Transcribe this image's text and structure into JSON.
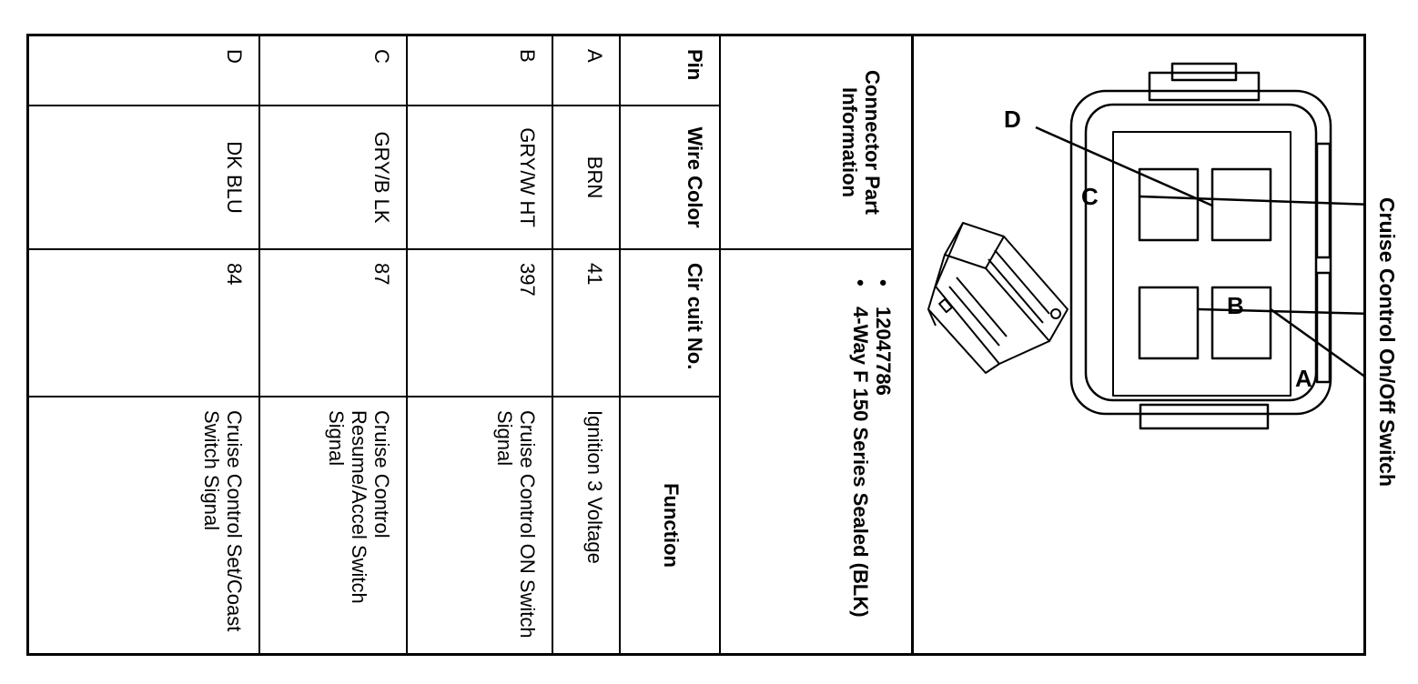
{
  "title": "Cruise Control On/Off Switch",
  "diagram": {
    "pin_labels": [
      "A",
      "B",
      "C",
      "D"
    ]
  },
  "connector_info": {
    "label": "Connector Part Information",
    "bullets": [
      "12047786",
      "4-Way F 150 Series Sealed (BLK)"
    ]
  },
  "table": {
    "headers": {
      "pin": "Pin",
      "wire_color": "Wire Color",
      "circuit_no": "Cir cuit No.",
      "function": "Function"
    },
    "rows": [
      {
        "pin": "A",
        "wire_color": "BRN",
        "circuit_no": "41",
        "function": "Ignition 3 Voltage"
      },
      {
        "pin": "B",
        "wire_color": "GRY/W HT",
        "circuit_no": "397",
        "function": "Cruise Control ON Switch Signal"
      },
      {
        "pin": "C",
        "wire_color": "GRY/B LK",
        "circuit_no": "87",
        "function": "Cruise Control Resume/Accel Switch Signal"
      },
      {
        "pin": "D",
        "wire_color": "DK BLU",
        "circuit_no": "84",
        "function": "Cruise Control Set/Coast Switch Signal"
      }
    ]
  }
}
